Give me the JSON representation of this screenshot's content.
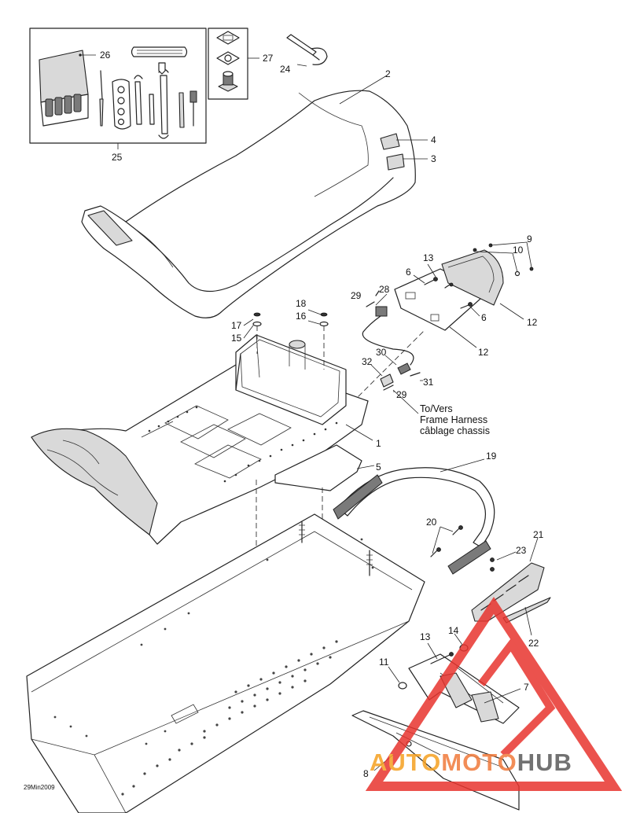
{
  "diagram": {
    "callouts": [
      {
        "id": "c1",
        "label": "1"
      },
      {
        "id": "c2",
        "label": "2"
      },
      {
        "id": "c3",
        "label": "3"
      },
      {
        "id": "c4",
        "label": "4"
      },
      {
        "id": "c5",
        "label": "5"
      },
      {
        "id": "c6a",
        "label": "6"
      },
      {
        "id": "c6b",
        "label": "6"
      },
      {
        "id": "c7",
        "label": "7"
      },
      {
        "id": "c8",
        "label": "8"
      },
      {
        "id": "c9",
        "label": "9"
      },
      {
        "id": "c10",
        "label": "10"
      },
      {
        "id": "c11",
        "label": "11"
      },
      {
        "id": "c12a",
        "label": "12"
      },
      {
        "id": "c12b",
        "label": "12"
      },
      {
        "id": "c13a",
        "label": "13"
      },
      {
        "id": "c13b",
        "label": "13"
      },
      {
        "id": "c14",
        "label": "14"
      },
      {
        "id": "c15",
        "label": "15"
      },
      {
        "id": "c16",
        "label": "16"
      },
      {
        "id": "c17",
        "label": "17"
      },
      {
        "id": "c18",
        "label": "18"
      },
      {
        "id": "c19",
        "label": "19"
      },
      {
        "id": "c20",
        "label": "20"
      },
      {
        "id": "c21",
        "label": "21"
      },
      {
        "id": "c22",
        "label": "22"
      },
      {
        "id": "c23",
        "label": "23"
      },
      {
        "id": "c24",
        "label": "24"
      },
      {
        "id": "c25",
        "label": "25"
      },
      {
        "id": "c26",
        "label": "26"
      },
      {
        "id": "c27",
        "label": "27"
      },
      {
        "id": "c28",
        "label": "28"
      },
      {
        "id": "c29a",
        "label": "29"
      },
      {
        "id": "c29b",
        "label": "29"
      },
      {
        "id": "c30",
        "label": "30"
      },
      {
        "id": "c31",
        "label": "31"
      },
      {
        "id": "c32",
        "label": "32"
      }
    ],
    "note_lines": [
      "To/Vers",
      "Frame Harness",
      "câblage chassis"
    ],
    "reference_code": "29Min2009"
  },
  "watermark": {
    "parts": [
      "AUTO",
      "MOTO",
      "HUB"
    ],
    "colors": {
      "auto": "#f5a020",
      "moto": "#f07a3a",
      "hub": "#5a5a5a",
      "triangle": "#e8342e"
    }
  }
}
